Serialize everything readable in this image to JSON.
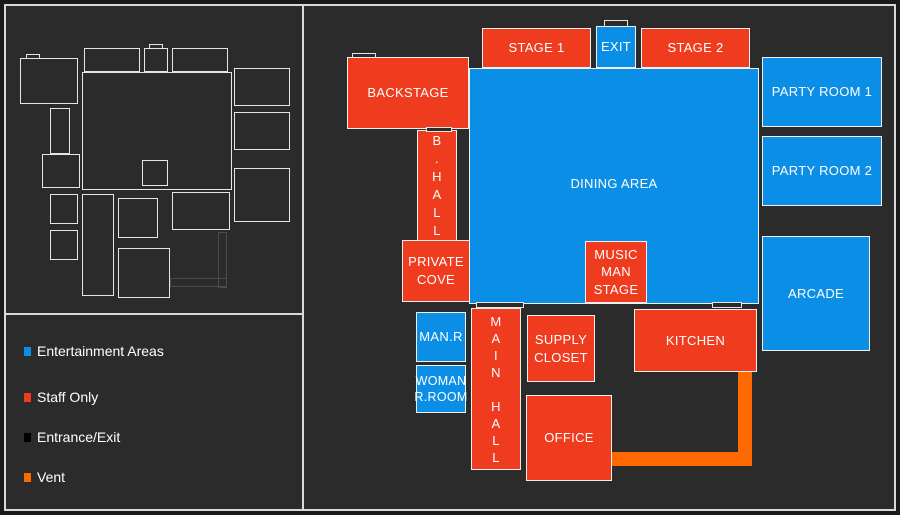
{
  "rooms": {
    "stage1": "STAGE 1",
    "exit": "EXIT",
    "stage2": "STAGE 2",
    "backstage": "BACKSTAGE",
    "dining_area": "DINING AREA",
    "party_room_1": "PARTY ROOM 1",
    "party_room_2": "PARTY ROOM 2",
    "b_hall": [
      "B",
      ".",
      "H",
      "A",
      "L",
      "L"
    ],
    "private_cove": [
      "PRIVATE",
      "COVE"
    ],
    "music_man_stage": [
      "MUSIC MAN",
      "STAGE"
    ],
    "arcade": "ARCADE",
    "man_r": "MAN.R",
    "woman_r_room": [
      "WOMAN",
      "R.ROOM"
    ],
    "main_hall": [
      "M",
      "A",
      "I",
      "N",
      "",
      "H",
      "A",
      "L",
      "L"
    ],
    "supply_closet": [
      "SUPPLY",
      "CLOSET"
    ],
    "kitchen": "KITCHEN",
    "office": "OFFICE"
  },
  "legend": {
    "entertainment": "Entertainment Areas",
    "staff_only": "Staff Only",
    "entrance_exit": "Entrance/Exit",
    "vent": "Vent"
  },
  "colors": {
    "entertainment": "#0b8ee6",
    "staff_only": "#ef3b1e",
    "entrance_exit": "#000000",
    "vent": "#ff6a00",
    "background": "#2b2b2b"
  }
}
